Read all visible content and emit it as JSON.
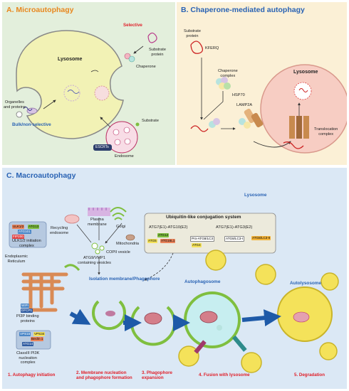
{
  "panel_a": {
    "title": "A.  Microautophagy",
    "selective": "Selective",
    "lysosome": "Lysosome",
    "substrate_protein": "Substrate\nprotein",
    "chaperone": "Chaperone",
    "organelles": "Organelles\nand proteins",
    "bulk": "Bulk/non-selective",
    "substrate": "Substrate",
    "escrts": "ESCRTs",
    "endosome": "Endosome"
  },
  "panel_b": {
    "title": "B.  Chaperone-mediated autophagy",
    "substrate_protein": "Substrate\nprotein",
    "kferq": "KFERQ",
    "chaperone_complex": "Chaperone\ncomplex",
    "hsp70": "HSP70",
    "lysosome": "Lysosome",
    "lamp2a": "LAMP2A",
    "translocation": "Translocation\ncomplex"
  },
  "panel_c": {
    "title": "C.  Macroautophagy",
    "ulk_complex": {
      "ulk": "ULK1/2",
      "atg13": "ATG13",
      "atg101": "ATG101",
      "fip200": "FIP200",
      "caption": "ULK1/2 initiation\ncomplex"
    },
    "recycling_endosome": "Recycling\nendosome",
    "plasma_membrane": "Plasma\nmembrane",
    "golgi": "Golgi",
    "mitochondria": "Mitochondria",
    "copii": "COPII vesicle",
    "er": "Endoplasmic\nReticulum",
    "atg9": "ATG9/VMP1\ncontaining vesicles",
    "pi3p": {
      "wipi": "WIPI",
      "dfcp1": "DFCP1",
      "caption": "PI3P binding\nproteins"
    },
    "pi3k": {
      "vps15": "VPS15",
      "vps34": "VPS34",
      "beclin": "Beclin 1",
      "atg14": "ATG14",
      "caption": "ClassIII PI3K\nnucleation\ncomplex"
    },
    "ubiquitin_title": "Ubiquitin-like conjugation system",
    "ubl_left": "ATG7(E1)-ATG10(E2)",
    "ubl_right": "ATG7(E1)-ATG3(E2)",
    "atg12": "ATG12",
    "atg5": "ATG5",
    "atg16l1": "ATG16L1",
    "pro_lc3": "Pro-ATG8/LC3",
    "atg4": "ATG4",
    "lc3_1": "ATG8/LC3-I",
    "lc3_2": "ATG8/LC3-II",
    "isolation": "Isolation membrane/Phagophore",
    "autophagosome": "Autophagosome",
    "lysosome": "Lysosome",
    "autolysosome": "Autolysosome",
    "stages": [
      "1. Autophagy initiation",
      "2. Membrane nucleation\nand phagophore formation",
      "3. Phagophore\nexpansion",
      "4. Fusion with lysosome",
      "5. Degradation"
    ]
  },
  "colors": {
    "panel_a_bg": "#e3efdc",
    "panel_b_bg": "#fbf0d6",
    "panel_c_bg": "#dbe8f5",
    "title_orange": "#e8871e",
    "title_blue": "#2a63b4",
    "stage_red": "#e0202a"
  }
}
